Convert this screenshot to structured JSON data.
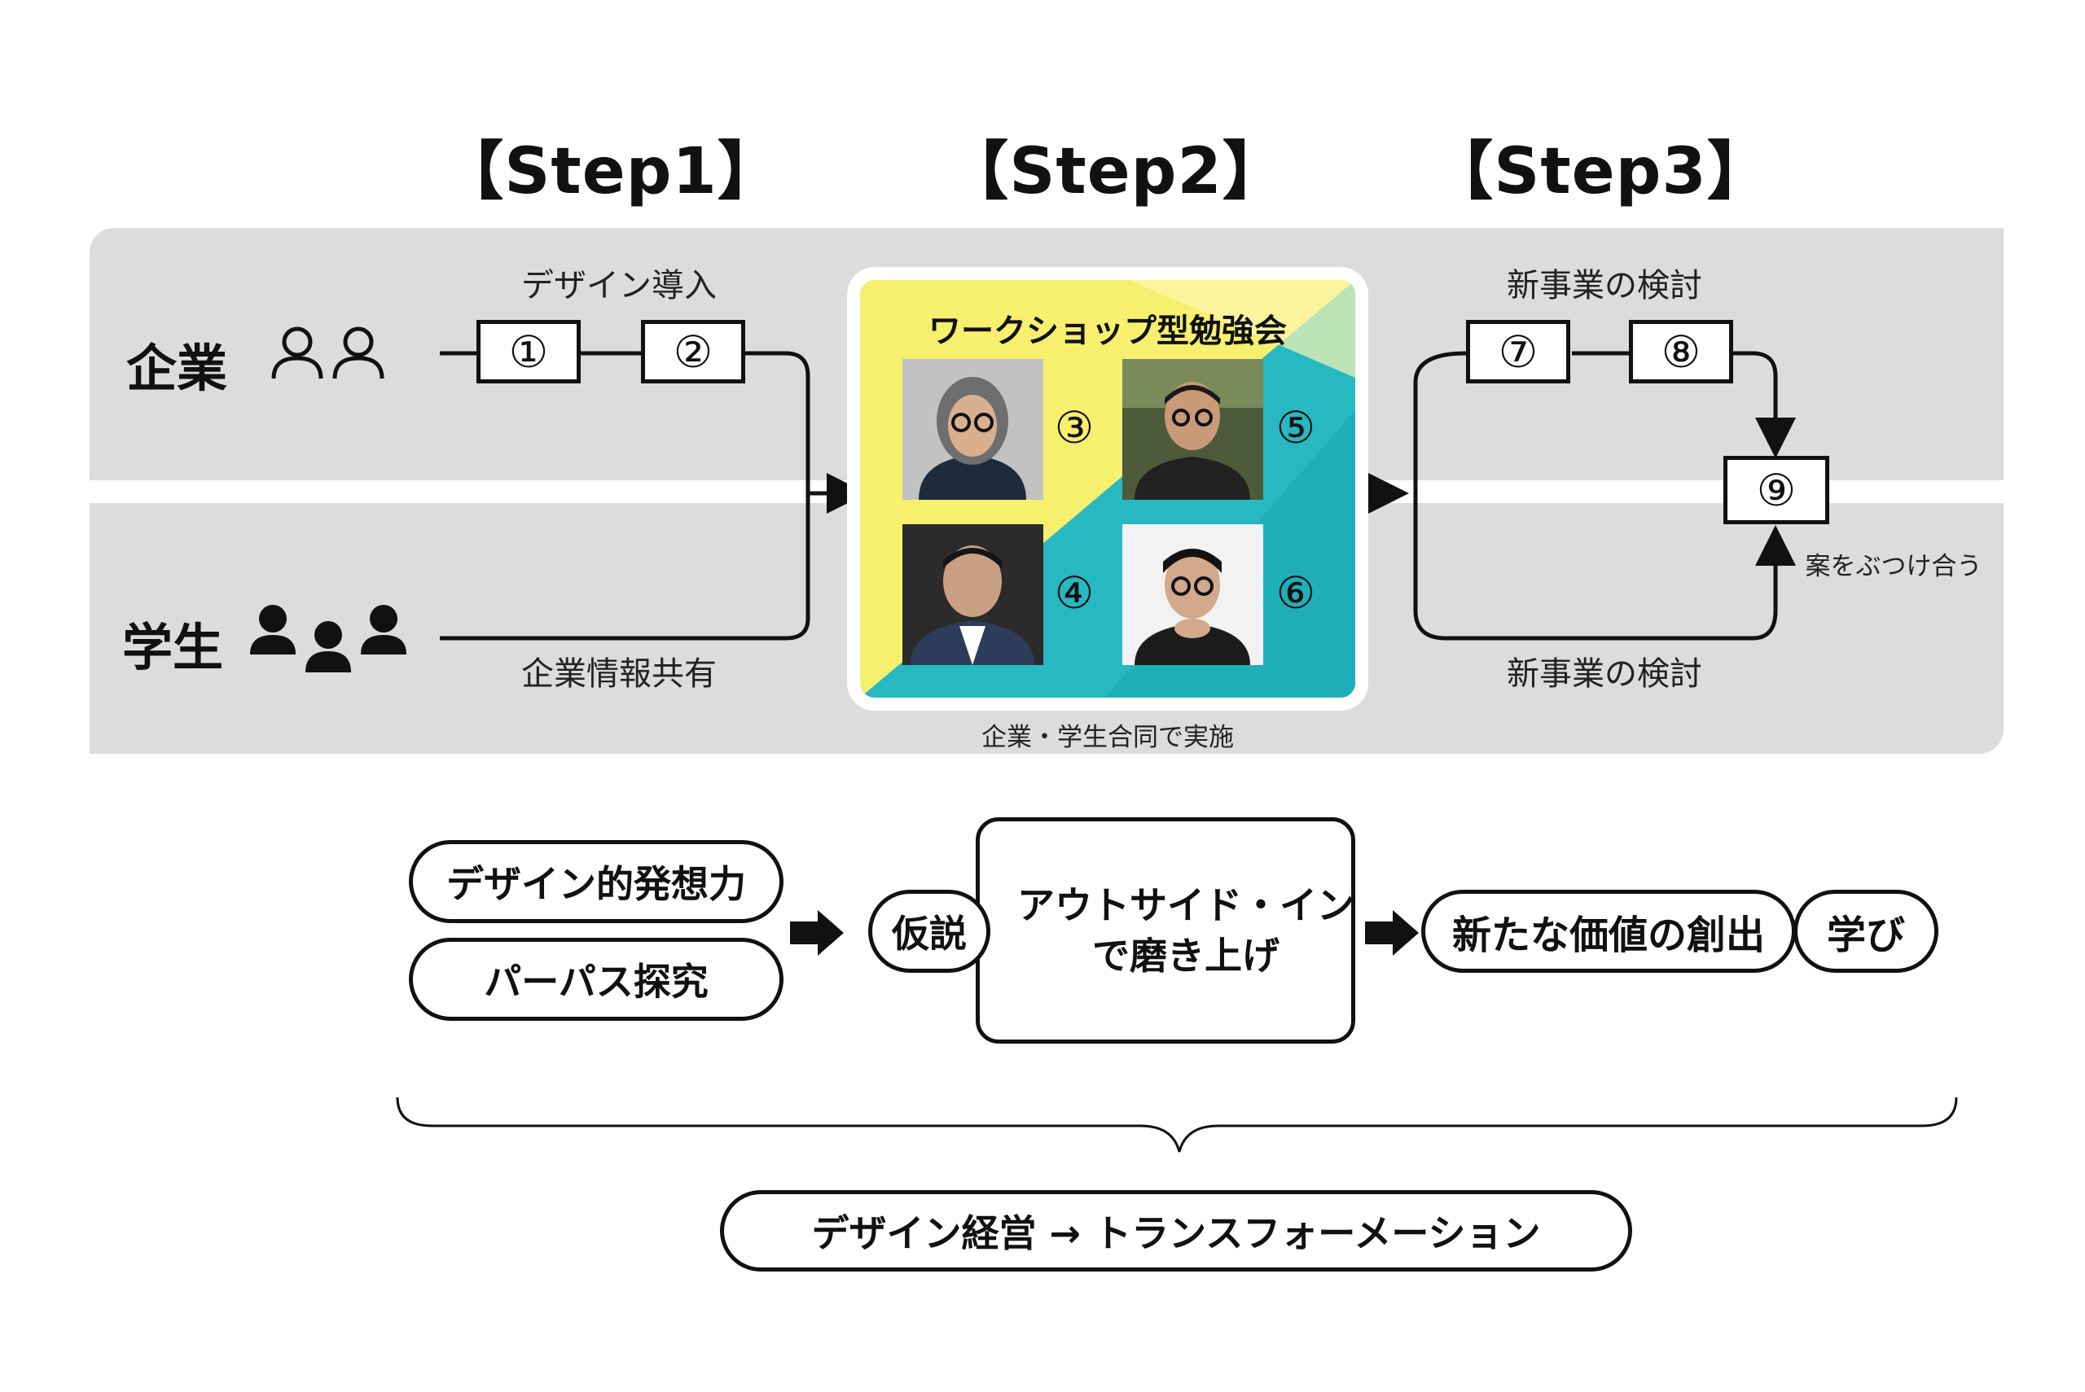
{
  "steps": [
    "【Step1】",
    "【Step2】",
    "【Step3】"
  ],
  "rows": {
    "company": "企業",
    "student": "学生"
  },
  "captions": {
    "design_intro": "デザイン導入",
    "company_info": "企業情報共有",
    "joint": "企業・学生合同で実施",
    "new_biz_top": "新事業の検討",
    "new_biz_bottom": "新事業の検討",
    "clash": "案をぶつけ合う"
  },
  "boxes": {
    "b1": "①",
    "b2": "②",
    "b7": "⑦",
    "b8": "⑧",
    "b9": "⑨"
  },
  "workshop": {
    "title": "ワークショップ型勉強会",
    "nums": [
      "③",
      "④",
      "⑤",
      "⑥"
    ]
  },
  "bottom": {
    "pill1": "デザイン的発想力",
    "pill2": "パーパス探究",
    "hypothesis": "仮説",
    "outside_in_1": "アウトサイド・イン",
    "outside_in_2": "で磨き上げ",
    "value": "新たな価値の創出",
    "learning": "学び",
    "final": "デザイン経営 → トランスフォーメーション"
  },
  "colors": {
    "band": "#dcdcdc",
    "yellow": "#f7ef6e",
    "teal": "#26b6bf",
    "ink": "#111111"
  }
}
